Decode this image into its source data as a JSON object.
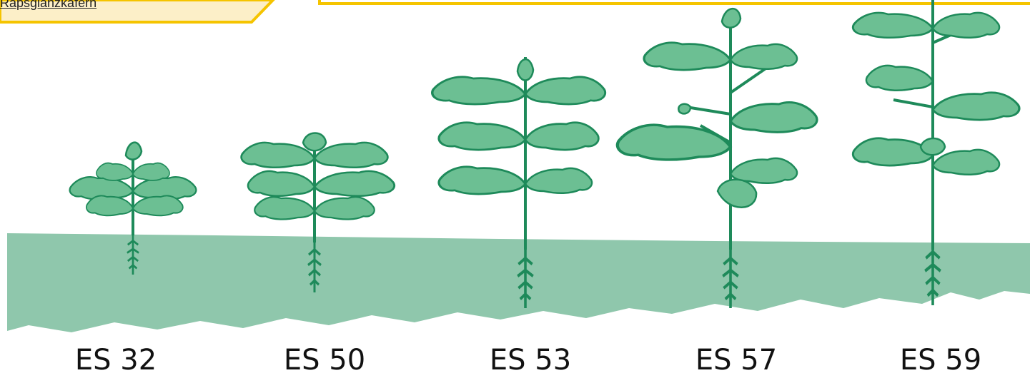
{
  "tab": {
    "link_text": "Rapsglanzkäfern"
  },
  "stages": [
    {
      "label": "ES 32"
    },
    {
      "label": "ES 50"
    },
    {
      "label": "ES 53"
    },
    {
      "label": "ES 57"
    },
    {
      "label": "ES 59"
    }
  ],
  "colors": {
    "soil": "#8FC7AC",
    "leaf_fill": "#6CBF93",
    "leaf_stroke": "#1E8A5A",
    "accent_yellow": "#F5C400"
  }
}
